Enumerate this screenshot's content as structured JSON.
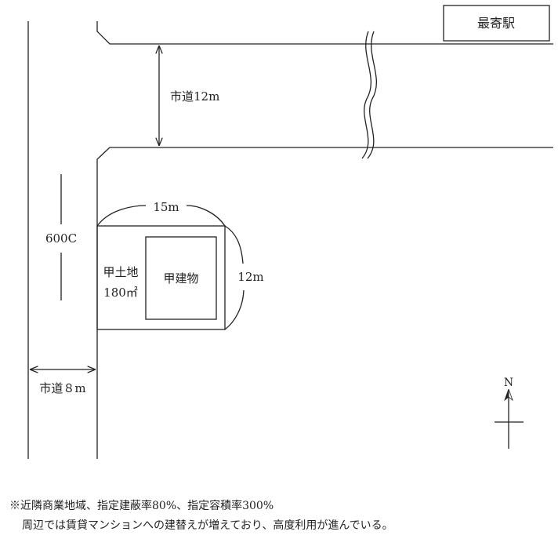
{
  "station": {
    "label": "最寄駅"
  },
  "roads": {
    "city_road_12": {
      "label": "市道12m"
    },
    "city_road_8": {
      "label": "市道８m"
    }
  },
  "dimensions": {
    "frontage": "15m",
    "depth": "12m",
    "road_length": "600C"
  },
  "site": {
    "land_name": "甲土地",
    "area": "180㎡",
    "building_name": "甲建物"
  },
  "north": {
    "label": "N"
  },
  "notes": {
    "line1": "※近隣商業地域、指定建蔽率80%、指定容積率300%",
    "line2": "周辺では賃貸マンションへの建替えが増えており、高度利用が進んでいる。"
  }
}
